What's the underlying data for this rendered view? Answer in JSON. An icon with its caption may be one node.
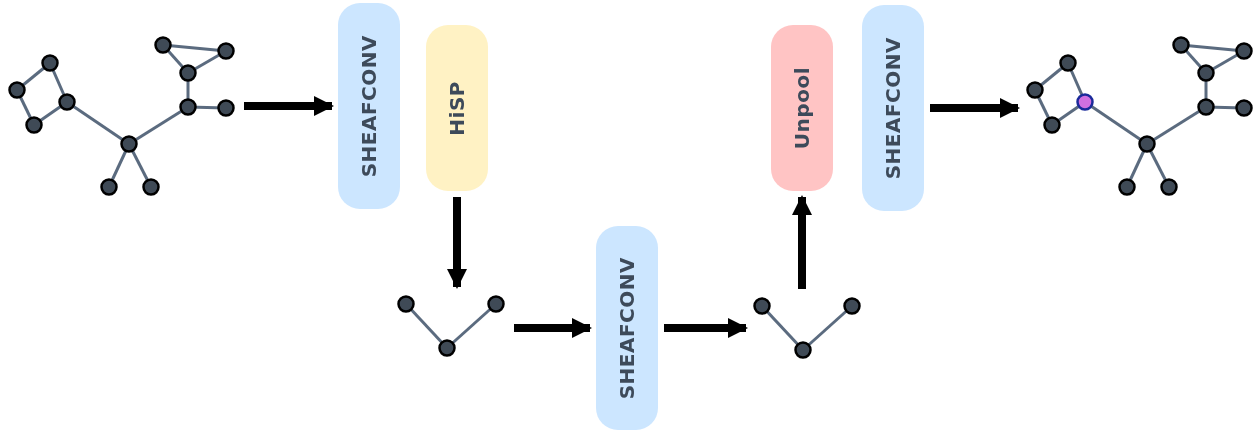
{
  "diagram": {
    "nodes": [
      {
        "text": [],
        "shape": "picture"
      },
      {
        "text": [
          "SHEAFCONV"
        ]
      },
      {
        "text": [
          "HiSP"
        ]
      },
      {
        "text": [],
        "shape": "picture"
      },
      {
        "text": [
          "SHEAFCONV"
        ]
      },
      {
        "text": [],
        "shape": "picture"
      },
      {
        "text": [
          "Unpool"
        ]
      },
      {
        "text": [
          "SHEAFCONV"
        ]
      },
      {
        "text": [],
        "shape": "picture"
      }
    ],
    "edges": [
      {
        "from": 0,
        "to": 1,
        "arrow": "to"
      },
      {
        "from": 2,
        "to": 3,
        "arrow": "to"
      },
      {
        "from": 3,
        "to": 4,
        "arrow": "to"
      },
      {
        "from": 4,
        "to": 5,
        "arrow": "to"
      },
      {
        "from": 5,
        "to": 6,
        "arrow": "to"
      },
      {
        "from": 7,
        "to": 8,
        "arrow": "to"
      }
    ]
  }
}
